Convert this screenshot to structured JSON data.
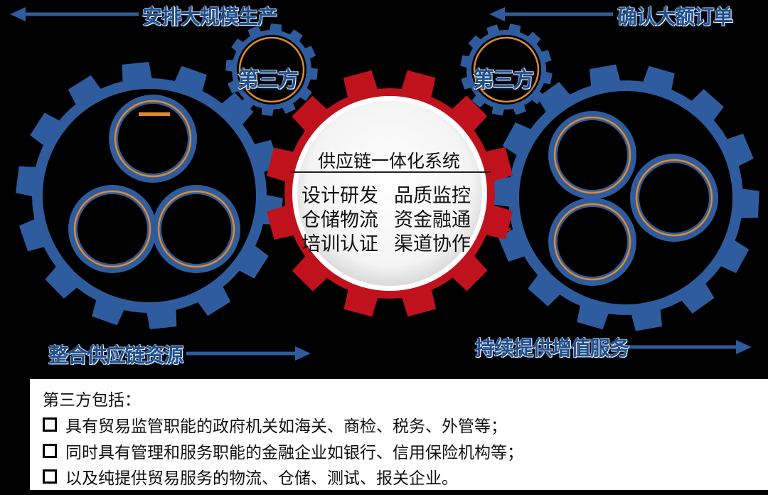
{
  "arrows": {
    "top_left": "安排大规模生产",
    "top_right": "确认大额订单",
    "bottom_left": "整合供应链资源",
    "bottom_right": "持续提供增值服务"
  },
  "third_party_left": "第三方",
  "third_party_right": "第三方",
  "center": {
    "title": "供应链一体化系统",
    "items": [
      "设计研发",
      "品质监控",
      "仓储物流",
      "资金融通",
      "培训认证",
      "渠道协作"
    ]
  },
  "note": {
    "title": "第三方包括：",
    "items": [
      "具有贸易监管职能的政府机关如海关、商检、税务、外管等；",
      "同时具有管理和服务职能的金融企业如银行、信用保险机构等；",
      "以及纯提供贸易服务的物流、仓储、测试、报关企业。"
    ]
  },
  "colors": {
    "gear_blue": "#2e5c9e",
    "gear_red": "#c0121d",
    "orange_ring": "#e08a2c",
    "background": "#000000"
  }
}
